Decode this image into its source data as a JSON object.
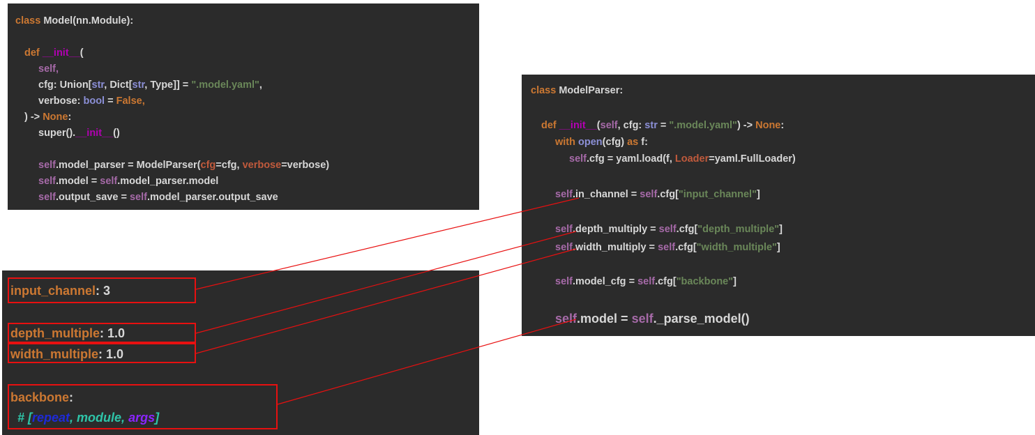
{
  "model_code": {
    "class_kw": "class",
    "class_name": " Model(nn.Module):",
    "def_kw": "def",
    "init_name": "__init__",
    "open_paren": "(",
    "self_arg": "self,",
    "cfg_arg_a": "cfg: Union[",
    "cfg_arg_str1": "str",
    "cfg_arg_b": ", Dict[",
    "cfg_arg_str2": "str",
    "cfg_arg_c": ", Type]] = ",
    "cfg_default": "\".model.yaml\"",
    "cfg_comma": ",",
    "verbose_a": "verbose: ",
    "verbose_type": "bool",
    "verbose_eq": " = ",
    "verbose_default": "False,",
    "ret_a": ") -> ",
    "ret_none": "None",
    "ret_colon": ":",
    "super_a": "super().",
    "super_init": "__init__",
    "super_b": "()",
    "l1_self": "self",
    "l1_a": ".model_parser = ModelParser(",
    "l1_cfg_kw": "cfg",
    "l1_b": "=cfg, ",
    "l1_verbose_kw": "verbose",
    "l1_c": "=verbose)",
    "l2_self": "self",
    "l2_a": ".model = ",
    "l2_self2": "self",
    "l2_b": ".model_parser.model",
    "l3_self": "self",
    "l3_a": ".output_save = ",
    "l3_self2": "self",
    "l3_b": ".model_parser.output_save"
  },
  "parser_code": {
    "class_kw": "class",
    "class_name": " ModelParser:",
    "def_kw": "def",
    "init_name": "__init__",
    "sig_a": "(",
    "sig_self": "self",
    "sig_b": ", cfg: ",
    "sig_str": "str",
    "sig_c": " = ",
    "sig_default": "\".model.yaml\"",
    "sig_d": ") -> ",
    "sig_none": "None",
    "sig_e": ":",
    "with_kw": "with",
    "with_open": " open",
    "with_b": "(cfg) ",
    "with_as": "as",
    "with_c": " f:",
    "load_self": "self",
    "load_a": ".cfg = yaml.load(f, ",
    "load_loader": "Loader",
    "load_b": "=yaml.FullLoader)",
    "in_self": "self",
    "in_a": ".in_channel = ",
    "in_self2": "self",
    "in_b": ".cfg[",
    "in_key": "\"input_channel\"",
    "in_c": "]",
    "dm_self": "self",
    "dm_a": ".depth_multiply = ",
    "dm_self2": "self",
    "dm_b": ".cfg[",
    "dm_key": "\"depth_multiple\"",
    "dm_c": "]",
    "wm_self": "self",
    "wm_a": ".width_multiply = ",
    "wm_self2": "self",
    "wm_b": ".cfg[",
    "wm_key": "\"width_multiple\"",
    "wm_c": "]",
    "mc_self": "self",
    "mc_a": ".model_cfg = ",
    "mc_self2": "self",
    "mc_b": ".cfg[",
    "mc_key": "\"backbone\"",
    "mc_c": "]",
    "pm_self": "self",
    "pm_a": ".model = ",
    "pm_self2": "self",
    "pm_b": "._parse_model()"
  },
  "yaml_config": {
    "input_key": "input_channel",
    "input_val": ": 3",
    "depth_key": "depth_multiple",
    "depth_val": ": 1.0",
    "width_key": "width_multiple",
    "width_val": ": 1.0",
    "backbone_key": "backbone",
    "backbone_colon": ":",
    "comment_hash": "# [",
    "comment_repeat": "repeat",
    "comment_mid": ", module, ",
    "comment_args": "args",
    "comment_end": "]"
  },
  "colors": {
    "panel_bg": "#2b2b2b",
    "link_line": "#e81010",
    "keyword": "#cc7832",
    "self": "#a66aa8",
    "string": "#6a8759"
  }
}
